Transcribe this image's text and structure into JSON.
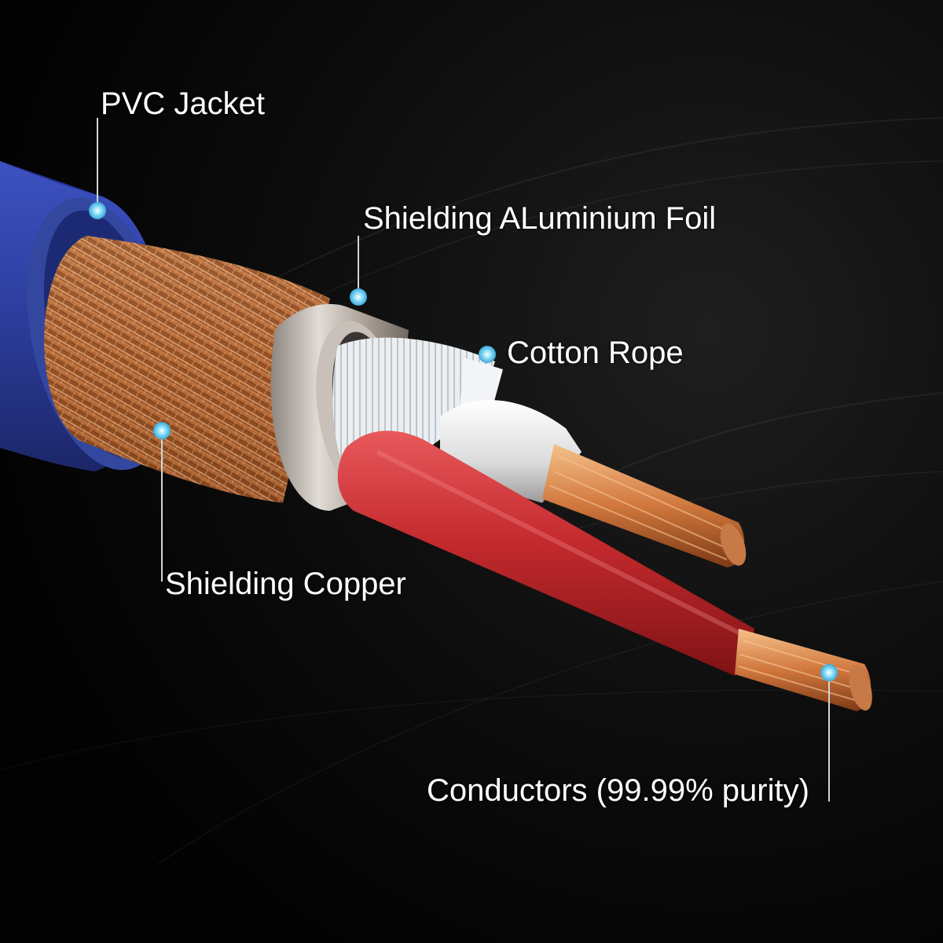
{
  "colors": {
    "background": "#050505",
    "jacket": "#2e3f9e",
    "braid": "#c97b45",
    "foil": "#b8aea4",
    "cotton": "#e4e7ea",
    "red_insulation": "#c92e32",
    "white_insulation": "#e9e9e9",
    "copper": "#d98a4e",
    "callout_dot": "#6fd3f5",
    "callout_line": "#cfd6da",
    "label_text": "#ffffff"
  },
  "callouts": [
    {
      "id": "pvc",
      "label": "PVC Jacket"
    },
    {
      "id": "foil",
      "label": "Shielding ALuminium Foil"
    },
    {
      "id": "cotton",
      "label": "Cotton Rope"
    },
    {
      "id": "copper",
      "label": "Shielding Copper"
    },
    {
      "id": "conductors",
      "label": "Conductors (99.99% purity)"
    }
  ]
}
